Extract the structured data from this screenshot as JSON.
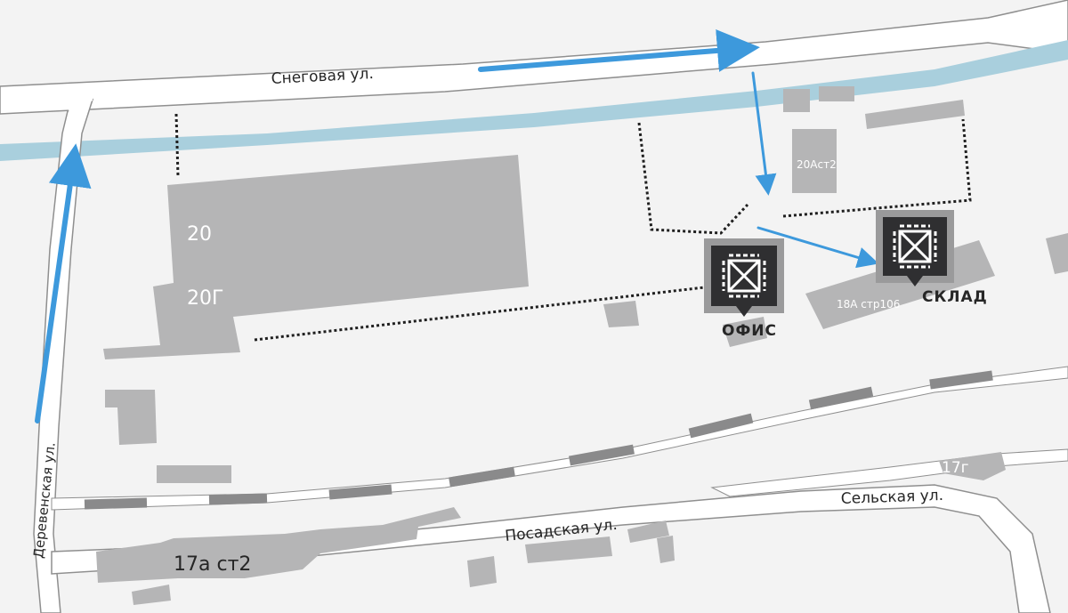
{
  "map": {
    "streets": {
      "snegovaya": "Снеговая ул.",
      "derevenskaya": "Деревенская ул.",
      "posadskaya": "Посадская ул.",
      "selskaya": "Сельская ул."
    },
    "buildings": {
      "b20": "20",
      "b20g": "20Г",
      "b20ast2": "20Аст2",
      "b18a": "18А стр106",
      "b17a": "17а ст2",
      "b17g": "17г"
    },
    "markers": [
      {
        "id": "office",
        "label": "ОФИС",
        "icon": "warehouse-box-icon"
      },
      {
        "id": "warehouse",
        "label": "СКЛАД",
        "icon": "warehouse-box-icon"
      }
    ],
    "colors": {
      "background": "#f3f3f3",
      "road_fill": "#ffffff",
      "road_edge": "#8f8f8f",
      "river": "#a9cfdd",
      "building": "#b5b5b6",
      "route_arrow": "#3d99dc",
      "marker": "#2f2f31",
      "marker_frame": "#9a9a9b",
      "railway_dark": "#8a8a8b"
    }
  }
}
